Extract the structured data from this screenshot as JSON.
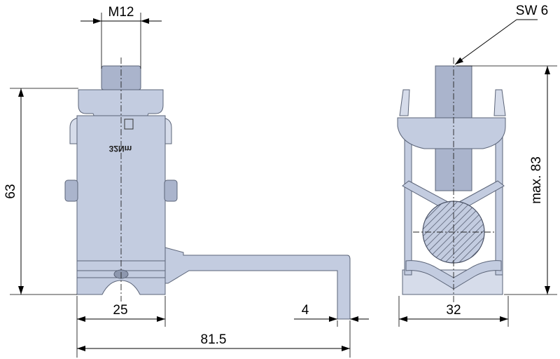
{
  "dimensions": {
    "thread": "M12",
    "wrench_size": "SW 6",
    "height_left": "63",
    "height_max": "max. 83",
    "width_body": "25",
    "bracket_thickness": "4",
    "total_length": "81.5",
    "width_side": "32"
  },
  "stamp": {
    "torque": "32Nm"
  },
  "colors": {
    "part_fill": "#c3cce0",
    "part_outline": "#5b6478",
    "dimension_lines": "#000000"
  }
}
